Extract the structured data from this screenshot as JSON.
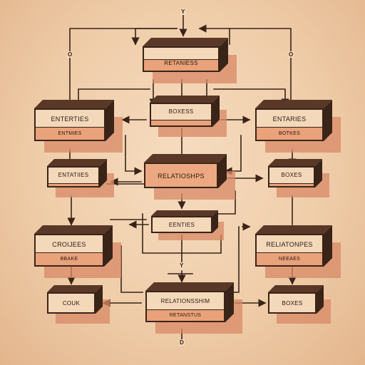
{
  "labels": {
    "top_box": "RETANIESS",
    "boxes_center": "BOXESS",
    "entities_left": "ENTERTIES",
    "entities_left_sub": "ENTMIES",
    "entaries_right": "ENTARIES",
    "entaries_right_sub": "BOTKES",
    "entaties_left2": "ENTATIIES",
    "relationships_center": "RELATIOSHPS",
    "boxes_right2": "BOXES",
    "eenties_center": "EENTIES",
    "croquees": "CROIJEES",
    "croquees_sub": "BBAKE",
    "relationpes": "RELIATONPES",
    "relationpes_sub": "NEEAES",
    "couk": "COUK",
    "relationshim": "RELATIONSSHIM",
    "relationshim_sub": "RETANSTUS",
    "boxes_bottom_right": "BOXES"
  },
  "markers": {
    "top_y": "Y",
    "left_o": "O",
    "right_o": "O",
    "mid_y": "Y",
    "bottom_d": "D"
  },
  "colors": {
    "background": "#efcda9",
    "ink": "#3a2418",
    "box_face": "#f4d8ba",
    "box_band": "#e9a27a",
    "shadow": "#d88866"
  }
}
